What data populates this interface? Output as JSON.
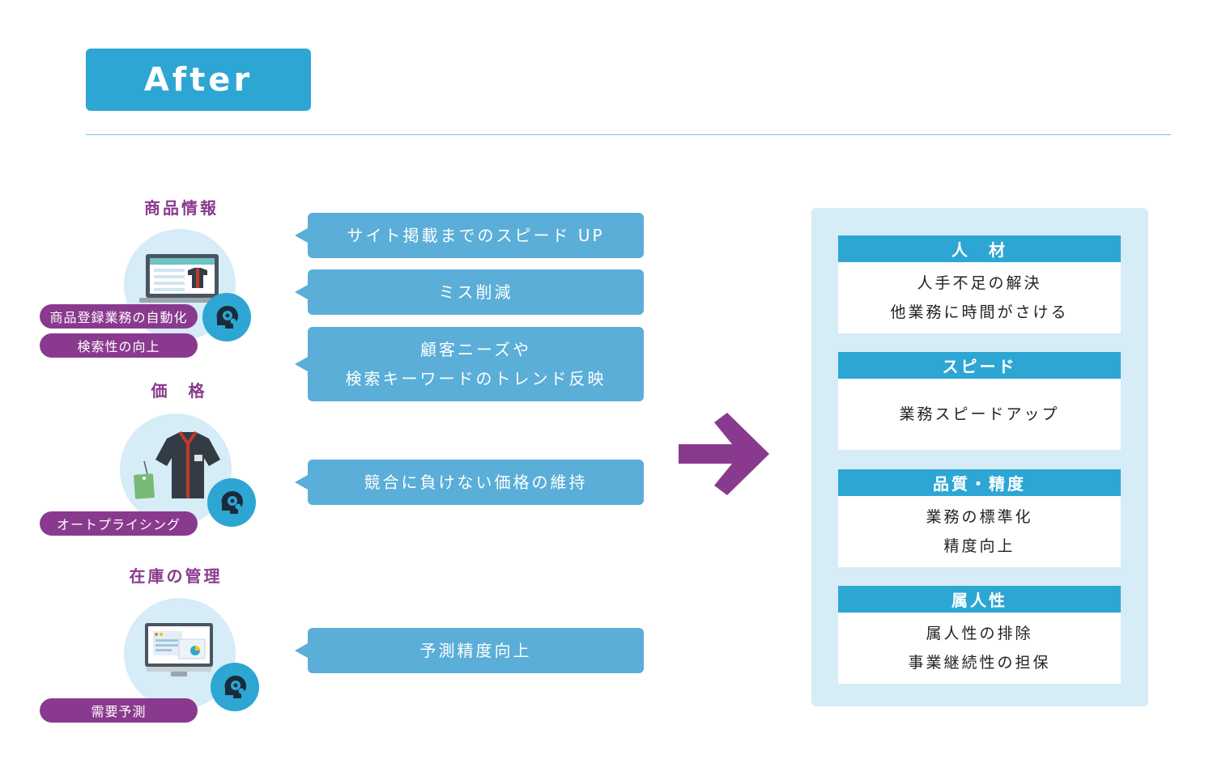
{
  "header": {
    "badge": "After"
  },
  "sections": [
    {
      "title": "商品情報",
      "tags": [
        "商品登録業務の自動化",
        "検索性の向上"
      ]
    },
    {
      "title": "価　格",
      "tags": [
        "オートプライシング"
      ]
    },
    {
      "title": "在庫の管理",
      "tags": [
        "需要予測"
      ]
    }
  ],
  "bubbles": [
    {
      "lines": [
        "サイト掲載までのスピード UP"
      ]
    },
    {
      "lines": [
        "ミス削減"
      ]
    },
    {
      "lines": [
        "顧客ニーズや",
        "検索キーワードのトレンド反映"
      ]
    },
    {
      "lines": [
        "競合に負けない価格の維持"
      ]
    },
    {
      "lines": [
        "予測精度向上"
      ]
    }
  ],
  "results": [
    {
      "title": "人　材",
      "lines": [
        "人手不足の解決",
        "他業務に時間がさける"
      ]
    },
    {
      "title": "スピード",
      "lines": [
        "業務スピードアップ"
      ]
    },
    {
      "title": "品質・精度",
      "lines": [
        "業務の標準化",
        "精度向上"
      ]
    },
    {
      "title": "属人性",
      "lines": [
        "属人性の排除",
        "事業継続性の担保"
      ]
    }
  ],
  "colors": {
    "accent_blue": "#2ea6d3",
    "bubble_blue": "#5aaed7",
    "purple": "#8a3a8e",
    "panel_bg": "#d6ecf7"
  },
  "icons": [
    "laptop-icon",
    "shirt-with-tag-icon",
    "monitor-dashboard-icon",
    "ai-brain-gear-icon",
    "arrow-right-icon"
  ]
}
